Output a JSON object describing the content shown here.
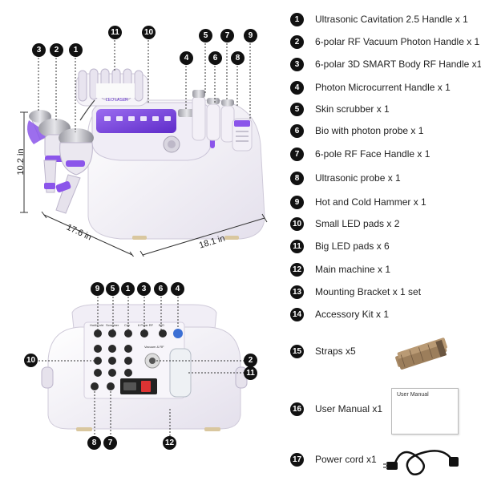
{
  "items": [
    {
      "num": "1",
      "label": "Ultrasonic Cavitation 2.5 Handle x 1"
    },
    {
      "num": "2",
      "label": "6-polar RF Vacuum Photon Handle x 1"
    },
    {
      "num": "3",
      "label": "6-polar 3D SMART Body RF Handle x1"
    },
    {
      "num": "4",
      "label": "Photon Microcurrent Handle x 1"
    },
    {
      "num": "5",
      "label": "Skin scrubber x 1"
    },
    {
      "num": "6",
      "label": "Bio with photon probe x 1"
    },
    {
      "num": "7",
      "label": "6-pole RF Face Handle x 1"
    },
    {
      "num": "8",
      "label": "Ultrasonic probe x 1"
    },
    {
      "num": "9",
      "label": "Hot and Cold Hammer x 1"
    },
    {
      "num": "10",
      "label": "Small LED pads x 2"
    },
    {
      "num": "11",
      "label": "Big LED pads x 6"
    },
    {
      "num": "12",
      "label": "Main machine x 1"
    },
    {
      "num": "13",
      "label": "Mounting Bracket x 1 set"
    },
    {
      "num": "14",
      "label": "Accessory Kit x 1"
    },
    {
      "num": "15",
      "label": "Straps x5"
    },
    {
      "num": "16",
      "label": "User Manual  x1"
    },
    {
      "num": "17",
      "label": "Power cord  x1"
    }
  ],
  "dimensions": {
    "height": "10.2 in",
    "depth": "17.6 in",
    "width": "18.1 in"
  },
  "front_callouts": [
    "3",
    "2",
    "1",
    "11",
    "10",
    "5",
    "7",
    "9",
    "4",
    "6",
    "8"
  ],
  "back_callouts": [
    "9",
    "5",
    "1",
    "3",
    "6",
    "4",
    "10",
    "2",
    "11",
    "8",
    "7",
    "12"
  ],
  "back_panel_labels": [
    "Hot&Cold",
    "Scrubber",
    "Cav",
    "6 Polar RF",
    "BIO",
    "Vacuum & RF"
  ],
  "brand": "LEO LASER",
  "manual_cover_text": "User Manual",
  "colors": {
    "accent": "#7b3fe4",
    "badge": "#111111",
    "machine": "#f4f2f8"
  }
}
